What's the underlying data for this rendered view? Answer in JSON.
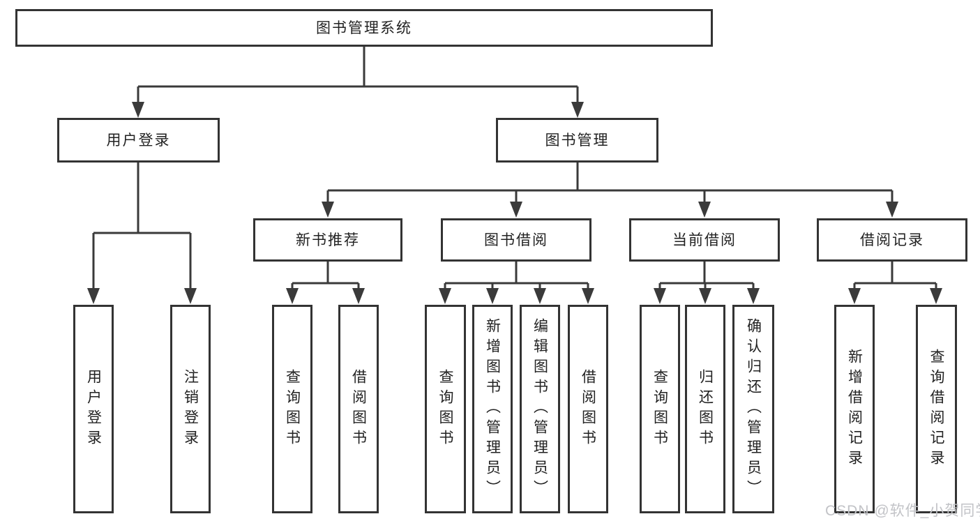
{
  "diagram": {
    "root": {
      "label": "图书管理系统"
    },
    "branches": [
      {
        "label": "用户登录"
      },
      {
        "label": "图书管理"
      }
    ],
    "modules": [
      {
        "label": "新书推荐"
      },
      {
        "label": "图书借阅"
      },
      {
        "label": "当前借阅"
      },
      {
        "label": "借阅记录"
      }
    ],
    "leaves": {
      "login": [
        {
          "label": "用户登录"
        },
        {
          "label": "注销登录"
        }
      ],
      "recommend": [
        {
          "label": "查询图书"
        },
        {
          "label": "借阅图书"
        }
      ],
      "borrow": [
        {
          "label": "查询图书"
        },
        {
          "label": "新增图书（管理员）"
        },
        {
          "label": "编辑图书（管理员）"
        },
        {
          "label": "借阅图书"
        }
      ],
      "current": [
        {
          "label": "查询图书"
        },
        {
          "label": "归还图书"
        },
        {
          "label": "确认归还（管理员）"
        }
      ],
      "records": [
        {
          "label": "新增借阅记录"
        },
        {
          "label": "查询借阅记录"
        }
      ]
    }
  },
  "watermark": {
    "text": "CSDN @软件_小贺同学"
  },
  "colors": {
    "line": "#3a3a3a",
    "border": "#333333",
    "text": "#222222",
    "background": "#ffffff",
    "watermark": "#c2c3c7"
  }
}
